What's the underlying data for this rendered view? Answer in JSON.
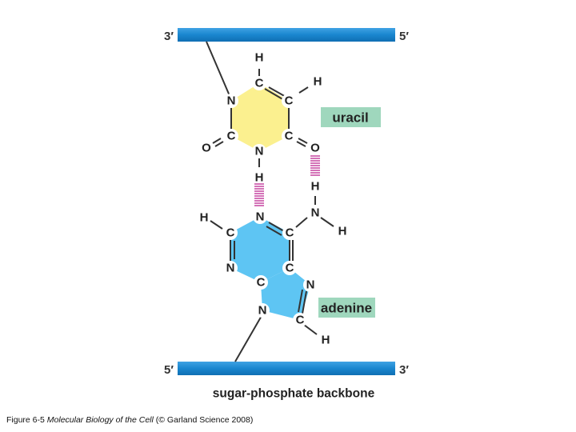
{
  "strand_top": {
    "left_end": "3′",
    "right_end": "5′"
  },
  "strand_bottom": {
    "left_end": "5′",
    "right_end": "3′"
  },
  "uracil": {
    "label": "uracil",
    "atoms": {
      "H_top": "H",
      "C_top": "C",
      "H_right": "H",
      "N_left": "N",
      "C_right_upper": "C",
      "C_left_lower": "C",
      "C_right_lower": "C",
      "O_left": "O",
      "O_right": "O",
      "N_bottom": "N",
      "H_bottom": "H"
    }
  },
  "adenine": {
    "label": "adenine",
    "atoms": {
      "H_amine_top": "H",
      "N_amine": "N",
      "H_amine_right": "H",
      "N_top": "N",
      "H_left": "H",
      "C_left": "C",
      "C_right": "C",
      "N_lower_left": "N",
      "C_fused_top": "C",
      "N_imid": "N",
      "C_fused_bottom": "C",
      "N_glyco": "N",
      "C_imid": "C",
      "H_bottom": "H"
    }
  },
  "backbone_label": "sugar-phosphate backbone",
  "caption": {
    "figure": "Figure 6-5",
    "title": "Molecular Biology of the Cell",
    "credit": "(© Garland Science 2008)"
  },
  "colors": {
    "backbone": "#1a86cf",
    "uracil_ring": "#fbf08f",
    "adenine_ring": "#5ec5f3",
    "label_box": "#9fd7bd",
    "hydrogen_bond": "#c2379a"
  }
}
